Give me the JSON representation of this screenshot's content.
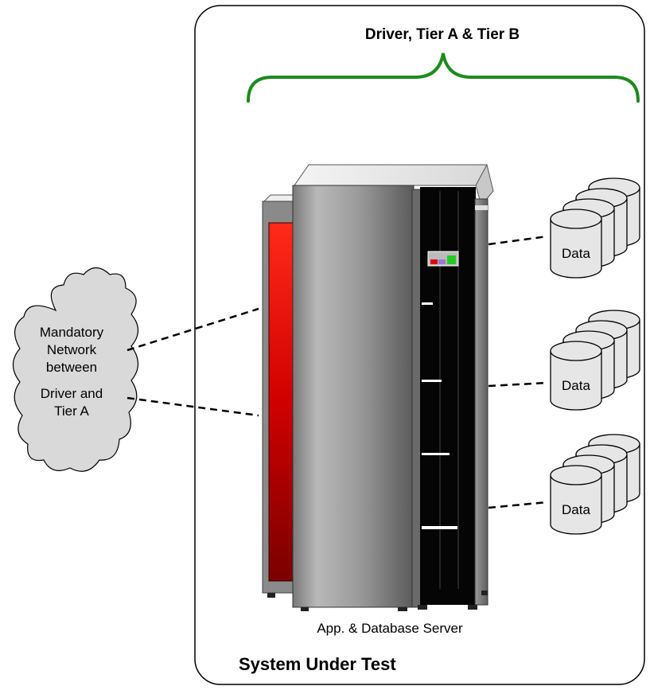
{
  "boundary": {
    "title": "System Under Test",
    "tier_title": "Driver, Tier A & Tier B"
  },
  "network": {
    "lines": [
      "Mandatory",
      "Network",
      "between",
      "Driver and",
      "Tier A"
    ]
  },
  "server": {
    "caption": "App. & Database Server"
  },
  "data_stores": [
    {
      "label": "Data"
    },
    {
      "label": "Data"
    },
    {
      "label": "Data"
    }
  ],
  "colors": {
    "brace": "#1e8a1e",
    "server_body": "#a8a8a8",
    "server_glow": "#e00000",
    "rack": "#000000",
    "cylinder": "#e6e6e6"
  }
}
